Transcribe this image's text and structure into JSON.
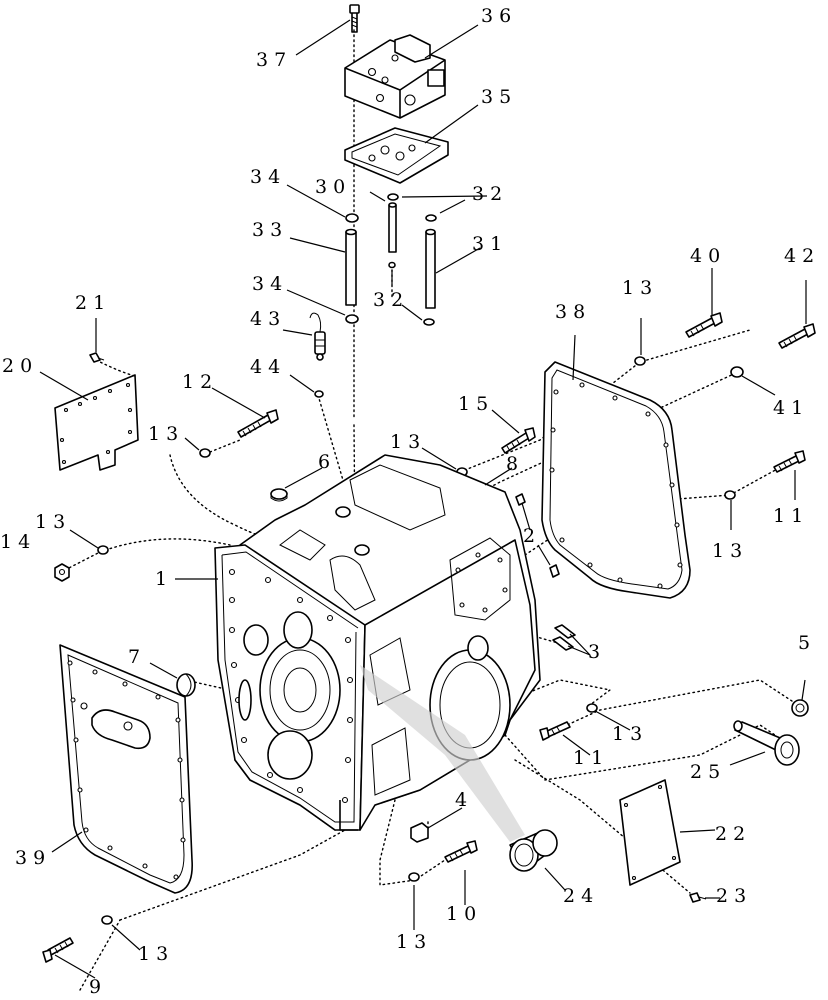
{
  "diagram": {
    "callouts": [
      {
        "id": "c1",
        "text": "1"
      },
      {
        "id": "c2",
        "text": "2"
      },
      {
        "id": "c3",
        "text": "3"
      },
      {
        "id": "c4",
        "text": "4"
      },
      {
        "id": "c5",
        "text": "5"
      },
      {
        "id": "c6",
        "text": "6"
      },
      {
        "id": "c7",
        "text": "7"
      },
      {
        "id": "c8",
        "text": "8"
      },
      {
        "id": "c9",
        "text": "9"
      },
      {
        "id": "c10",
        "text": "10"
      },
      {
        "id": "c11a",
        "text": "11"
      },
      {
        "id": "c11b",
        "text": "11"
      },
      {
        "id": "c12",
        "text": "12"
      },
      {
        "id": "c13a",
        "text": "13"
      },
      {
        "id": "c13b",
        "text": "13"
      },
      {
        "id": "c13c",
        "text": "13"
      },
      {
        "id": "c13d",
        "text": "13"
      },
      {
        "id": "c13e",
        "text": "13"
      },
      {
        "id": "c13f",
        "text": "13"
      },
      {
        "id": "c13g",
        "text": "13"
      },
      {
        "id": "c13h",
        "text": "13"
      },
      {
        "id": "c14",
        "text": "14"
      },
      {
        "id": "c15",
        "text": "15"
      },
      {
        "id": "c20",
        "text": "20"
      },
      {
        "id": "c21",
        "text": "21"
      },
      {
        "id": "c22",
        "text": "22"
      },
      {
        "id": "c23",
        "text": "23"
      },
      {
        "id": "c24",
        "text": "24"
      },
      {
        "id": "c25",
        "text": "25"
      },
      {
        "id": "c30",
        "text": "30"
      },
      {
        "id": "c31",
        "text": "31"
      },
      {
        "id": "c32a",
        "text": "32"
      },
      {
        "id": "c32b",
        "text": "32"
      },
      {
        "id": "c33",
        "text": "33"
      },
      {
        "id": "c34a",
        "text": "34"
      },
      {
        "id": "c34b",
        "text": "34"
      },
      {
        "id": "c35",
        "text": "35"
      },
      {
        "id": "c36",
        "text": "36"
      },
      {
        "id": "c37",
        "text": "37"
      },
      {
        "id": "c38",
        "text": "38"
      },
      {
        "id": "c39",
        "text": "39"
      },
      {
        "id": "c40",
        "text": "40"
      },
      {
        "id": "c41",
        "text": "41"
      },
      {
        "id": "c42",
        "text": "42"
      },
      {
        "id": "c43",
        "text": "43"
      },
      {
        "id": "c44",
        "text": "44"
      }
    ]
  }
}
